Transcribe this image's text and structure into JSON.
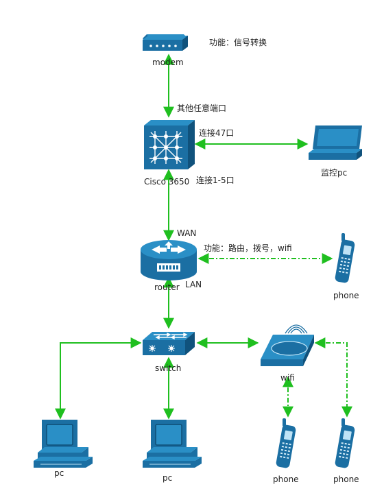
{
  "colors": {
    "link": "#1fbf1f",
    "device_top": "#2a8fc6",
    "device_front": "#1b6fa3",
    "device_dark": "#10527c",
    "text": "#222222"
  },
  "nodes": {
    "modem": {
      "label": "modem",
      "note": "功能：信号转换",
      "icon": "modem-icon"
    },
    "core_switch": {
      "label": "Cisco 3650",
      "icon": "layer3-switch-icon"
    },
    "monitor_pc": {
      "label": "监控pc",
      "icon": "laptop-icon"
    },
    "router": {
      "label": "router",
      "note": "功能：路由，拨号，wifi",
      "icon": "router-icon"
    },
    "router_phone": {
      "label": "phone",
      "icon": "phone-icon"
    },
    "switch": {
      "label": "switch",
      "icon": "switch-icon"
    },
    "wifi": {
      "label": "wifi",
      "icon": "wifi-ap-icon"
    },
    "pc_left": {
      "label": "pc",
      "icon": "desktop-pc-icon"
    },
    "pc_mid": {
      "label": "pc",
      "icon": "desktop-pc-icon"
    },
    "phone_mid": {
      "label": "phone",
      "icon": "phone-icon"
    },
    "phone_right": {
      "label": "phone",
      "icon": "phone-icon"
    }
  },
  "links": {
    "modem_core": "其他任意端口",
    "core_monitor": "连接47口",
    "core_router": "连接1-5口",
    "router_wan": "WAN",
    "router_lan": "LAN"
  }
}
